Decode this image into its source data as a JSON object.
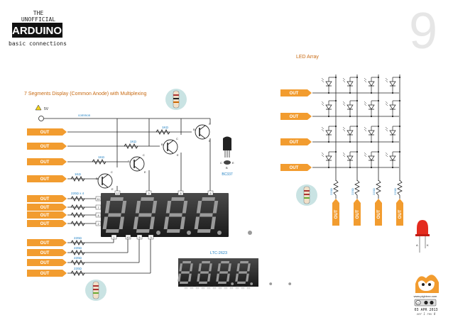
{
  "header": {
    "the": "THE",
    "unofficial": "UNOFFICIAL",
    "brand": "ARDUINO",
    "subtitle": "basic connections",
    "page_number": "9"
  },
  "seven_segment": {
    "title": "7 Segments Display (Common Anode)  with Multiplexing",
    "supply_label": "5V",
    "common_label": "common",
    "out_label": "OUT",
    "res_1k": "1KΩ",
    "res_220x4": "220Ω x 4",
    "res_220": "220Ω",
    "transistor_label": "BC337",
    "pin_c": "C",
    "pin_b": "B",
    "pin_e": "E",
    "display_label": "LTC-2623",
    "digit_pins": [
      "14",
      "11",
      "10",
      "6"
    ],
    "top_pins": [
      "12",
      "9",
      "8",
      "6"
    ],
    "seg_pins_left": [
      "11",
      "7",
      "4",
      "2"
    ],
    "seg_pins_bottom": [
      "1",
      "10",
      "5",
      "3"
    ]
  },
  "led_array": {
    "title": "LED Array",
    "out_label": "OUT",
    "res_label": "220Ω",
    "row_count": 4,
    "col_count": 4,
    "led_a": "A",
    "led_k": "K"
  },
  "footer": {
    "website": "www.pighixxx.com",
    "date": "03 APR 2013",
    "version": "ver 1 rev 0",
    "cc_label": "cc"
  },
  "colors": {
    "out_tag": "#f29c2f",
    "wire": "#222222",
    "label_blue": "#1d7fc2",
    "title_orange": "#c86a12",
    "badge_fill": "#c9e3e3",
    "led_red": "#e42b1e",
    "segment_fill": "#3a3a3a"
  }
}
